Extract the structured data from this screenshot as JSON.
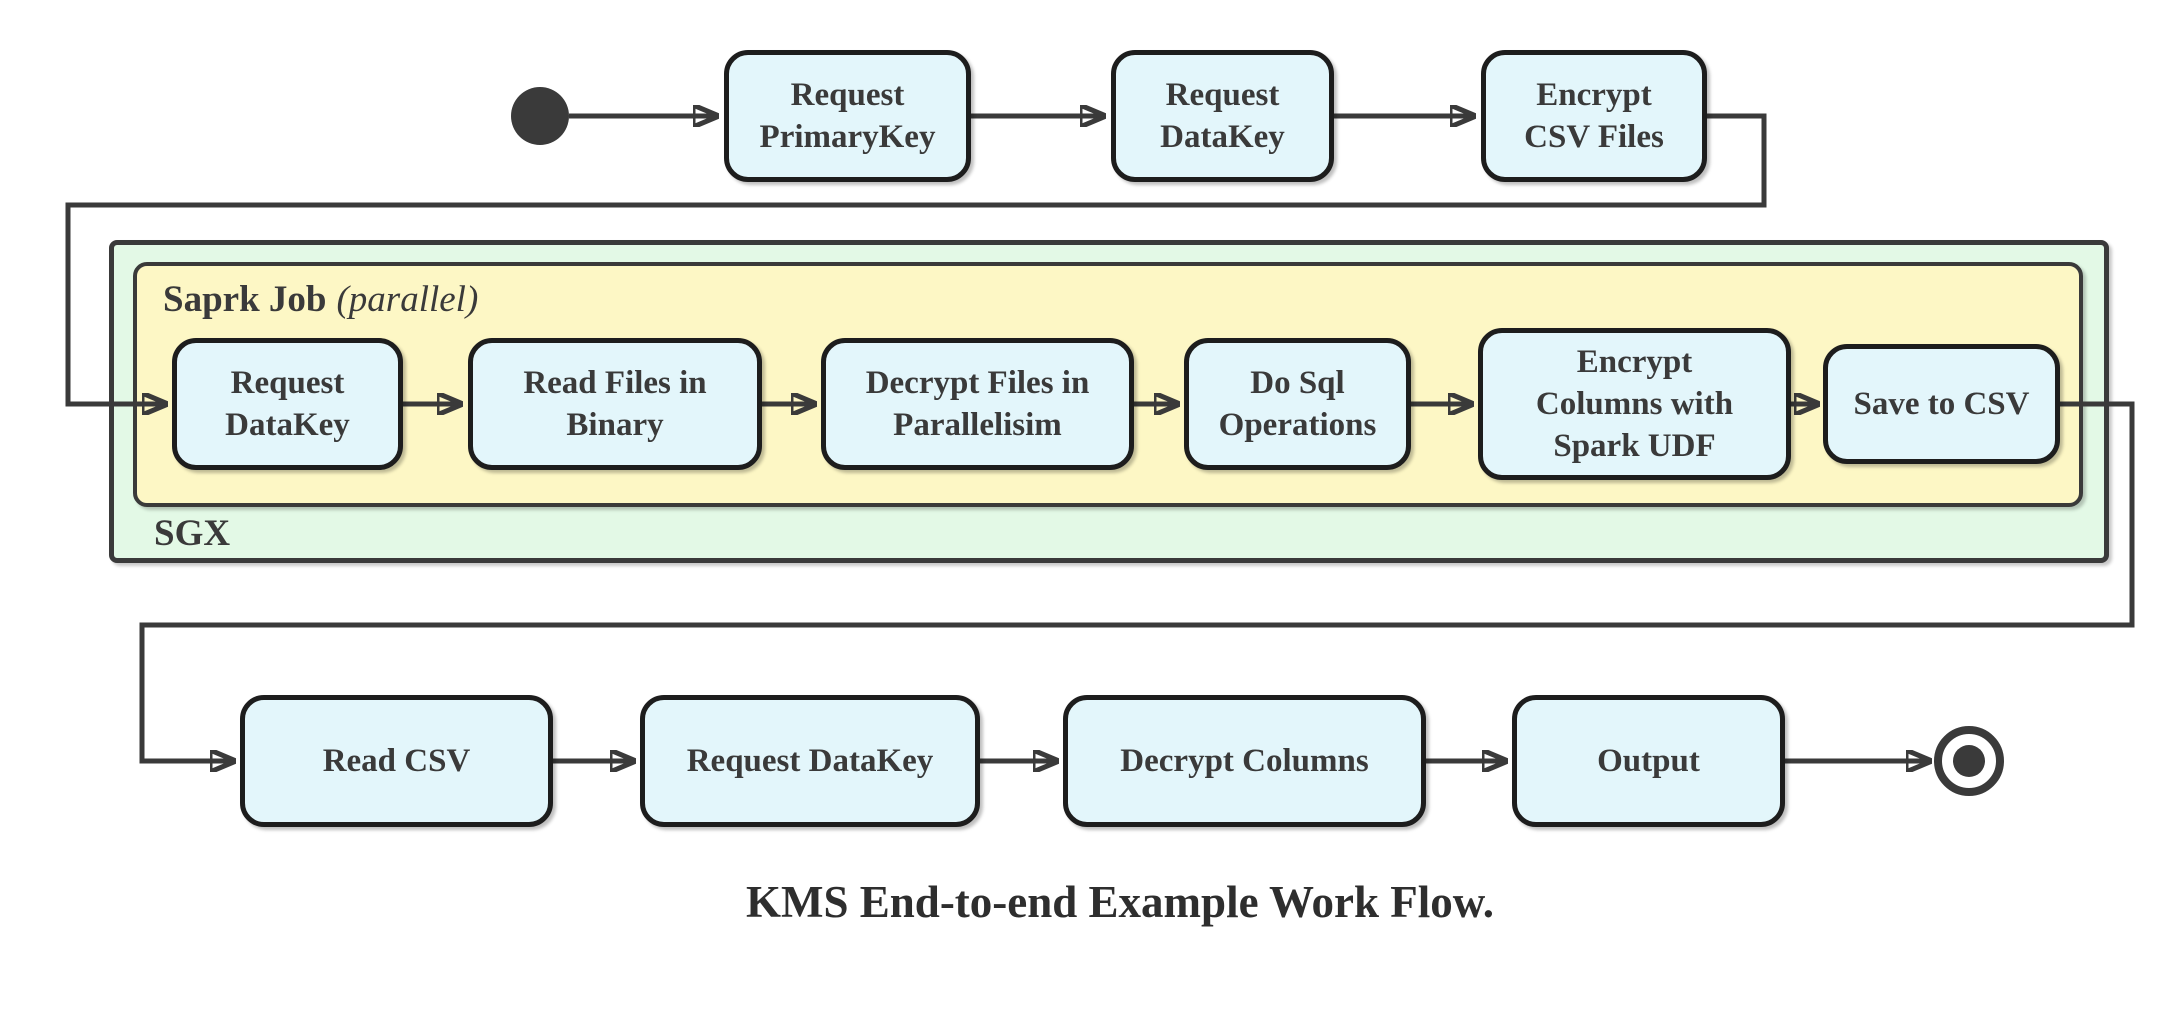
{
  "page": {
    "caption": "KMS End-to-end Example Work Flow."
  },
  "colors": {
    "bg": "#ffffff",
    "line": "#3a3a3a",
    "text": "#3a3a3a",
    "node_border": "#1d1d1d",
    "node_fill": "#e3f6fb",
    "spark_fill": "#fdf7c5",
    "sgx_fill": "#e3f9e6"
  },
  "flow": {
    "start": {
      "type": "initial-state"
    },
    "top_row": [
      {
        "id": "request-primarykey",
        "label": "Request\nPrimaryKey"
      },
      {
        "id": "request-datakey",
        "label": "Request\nDataKey"
      },
      {
        "id": "encrypt-csv-files",
        "label": "Encrypt\nCSV Files"
      }
    ],
    "sgx": {
      "label": "SGX"
    },
    "spark_job": {
      "title": "Saprk Job",
      "mode": "(parallel)"
    },
    "spark_row": [
      {
        "id": "sgx-request-datakey",
        "label": "Request\nDataKey"
      },
      {
        "id": "read-files-in-binary",
        "label": "Read Files in\nBinary"
      },
      {
        "id": "decrypt-files-in-parallelisim",
        "label": "Decrypt Files in\nParallelisim"
      },
      {
        "id": "do-sql-operations",
        "label": "Do Sql\nOperations"
      },
      {
        "id": "encrypt-columns-with-spark-udf",
        "label": "Encrypt\nColumns with\nSpark UDF"
      },
      {
        "id": "save-to-csv",
        "label": "Save to CSV"
      }
    ],
    "bottom_row": [
      {
        "id": "read-csv",
        "label": "Read CSV"
      },
      {
        "id": "request-datakey-2",
        "label": "Request DataKey"
      },
      {
        "id": "decrypt-columns",
        "label": "Decrypt Columns"
      },
      {
        "id": "output",
        "label": "Output"
      }
    ],
    "end": {
      "type": "final-state"
    }
  }
}
